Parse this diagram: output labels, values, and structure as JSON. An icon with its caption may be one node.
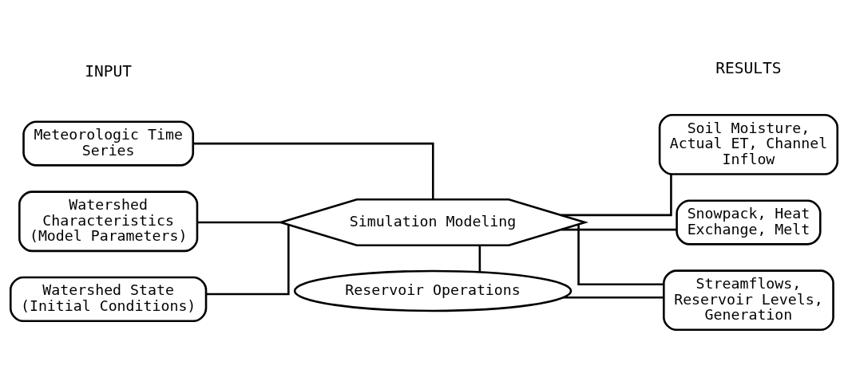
{
  "diagram": {
    "nodes": [
      {
        "text": [
          "Meteorologic Time Series"
        ]
      },
      {
        "text": [
          "Watershed Characteristics (Model Parameters)"
        ]
      },
      {
        "text": [
          "Watershed State (Initial Conditions)"
        ]
      },
      {
        "text": [
          "Simulation Modeling"
        ]
      },
      {
        "text": [
          "Soil Moisture, Actual ET, Channel Inflow"
        ]
      },
      {
        "text": [
          "Snowpack, Heat Exchange, Melt"
        ]
      },
      {
        "text": [
          "Streamflows, Reservoir Levels, Generation"
        ]
      },
      {
        "text": [
          "Reservoir Operations"
        ]
      }
    ],
    "edges": [
      {
        "from": 0,
        "to": 3,
        "arrow": "none"
      },
      {
        "from": 1,
        "to": 3,
        "arrow": "none"
      },
      {
        "from": 2,
        "to": 3,
        "arrow": "none"
      },
      {
        "from": 3,
        "to": 4,
        "arrow": "none"
      },
      {
        "from": 3,
        "to": 5,
        "arrow": "none"
      },
      {
        "from": 3,
        "to": 6,
        "arrow": "none"
      },
      {
        "from": 3,
        "to": 7,
        "arrow": "none"
      },
      {
        "from": 7,
        "to": 6,
        "arrow": "none"
      }
    ],
    "labels": [
      "INPUT",
      "RESULTS"
    ]
  }
}
